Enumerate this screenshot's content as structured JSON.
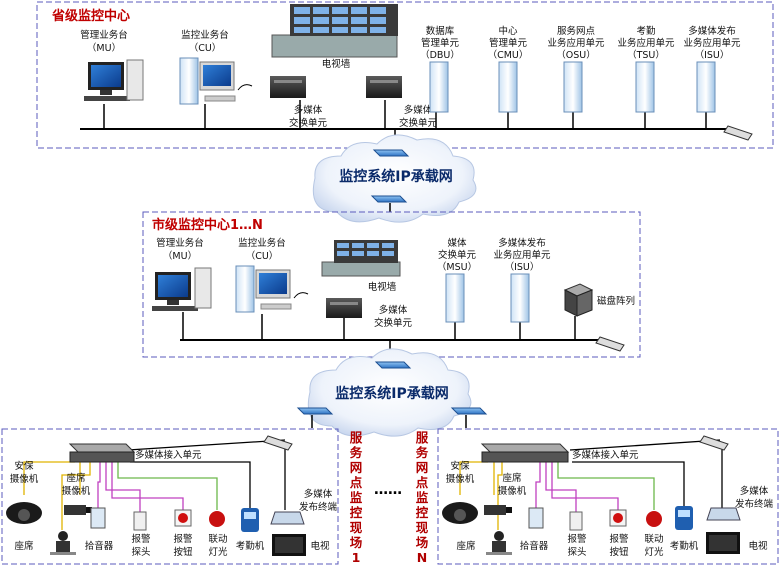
{
  "provincial": {
    "title": "省级监控中心",
    "mu": {
      "line1": "管理业务台",
      "line2": "（MU）"
    },
    "cu": {
      "line1": "监控业务台",
      "line2": "（CU）"
    },
    "videowall": "电视墙",
    "msu_a": {
      "line1": "多媒体",
      "line2": "交换单元"
    },
    "msu_b": {
      "line1": "多媒体",
      "line2": "交换单元"
    },
    "dbu": {
      "line1": "数据库",
      "line2": "管理单元",
      "line3": "（DBU）"
    },
    "cmu": {
      "line1": "中心",
      "line2": "管理单元",
      "line3": "（CMU）"
    },
    "osu": {
      "line1": "服务网点",
      "line2": "业务应用单元",
      "line3": "（OSU）"
    },
    "tsu": {
      "line1": "考勤",
      "line2": "业务应用单元",
      "line3": "（TSU）"
    },
    "isu": {
      "line1": "多媒体发布",
      "line2": "业务应用单元",
      "line3": "（ISU）"
    }
  },
  "network1": "监控系统IP承载网",
  "city": {
    "title": "市级监控中心1…N",
    "mu": {
      "line1": "管理业务台",
      "line2": "（MU）"
    },
    "cu": {
      "line1": "监控业务台",
      "line2": "（CU）"
    },
    "videowall": "电视墙",
    "msu_switch": {
      "line1": "多媒体",
      "line2": "交换单元"
    },
    "msu": {
      "line1": "媒体",
      "line2": "交换单元",
      "line3": "（MSU）"
    },
    "isu": {
      "line1": "多媒体发布",
      "line2": "业务应用单元",
      "line3": "（ISU）"
    },
    "disk": "磁盘阵列"
  },
  "network2": "监控系统IP承载网",
  "site": {
    "access": "多媒体接入单元",
    "security_cam": {
      "line1": "安保",
      "line2": "摄像机"
    },
    "seat_cam": {
      "line1": "座席",
      "line2": "摄像机"
    },
    "seat": "座席",
    "pickup": "拾音器",
    "alarm_probe": {
      "line1": "报警",
      "line2": "探头"
    },
    "alarm_button": {
      "line1": "报警",
      "line2": "按钮"
    },
    "link_light": {
      "line1": "联动",
      "line2": "灯光"
    },
    "attendance": "考勤机",
    "terminal": {
      "line1": "多媒体",
      "line2": "发布终端"
    },
    "tv": "电视"
  },
  "site_label_1": [
    "服",
    "务",
    "网",
    "点",
    "监",
    "控",
    "现",
    "场",
    "1"
  ],
  "site_label_n": [
    "服",
    "务",
    "网",
    "点",
    "监",
    "控",
    "现",
    "场",
    "N"
  ],
  "ellipsis": "……"
}
